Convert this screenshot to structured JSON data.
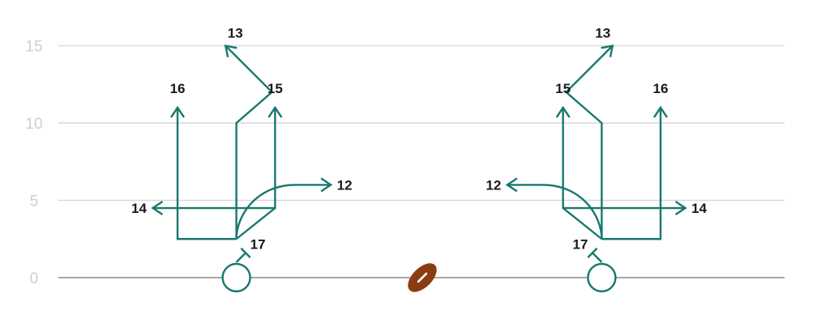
{
  "colors": {
    "route": "#17786e",
    "grid": "#d9d9d9",
    "line_of_scrimmage": "#9b9b9b",
    "axis_text": "#cfcfcf",
    "label_text": "#1a1a1a",
    "football": "#8a3c10",
    "football_lace": "#ffffff"
  },
  "icons": {
    "ball": "football-icon",
    "player": "player-circle-icon"
  },
  "y_axis": {
    "unit": "yards",
    "ticks": [
      0,
      5,
      10,
      15
    ]
  },
  "football": {
    "x": 0,
    "y": 0
  },
  "plays": [
    {
      "id": "left",
      "qb": {
        "x": -11.8,
        "y": 0
      },
      "routes": [
        {
          "id": "13",
          "label": "13",
          "points": [
            [
              -11.8,
              2.5
            ],
            [
              -11.8,
              10
            ],
            [
              -9.5,
              12
            ],
            [
              -12.5,
              15
            ]
          ],
          "arrow": true
        },
        {
          "id": "15",
          "label": "15",
          "points": [
            [
              -11.8,
              2.5
            ],
            [
              -9.3,
              4.5
            ],
            [
              -9.3,
              11
            ]
          ],
          "arrow": true
        },
        {
          "id": "16",
          "label": "16",
          "points": [
            [
              -11.8,
              2.5
            ],
            [
              -15.6,
              2.5
            ],
            [
              -15.6,
              11
            ]
          ],
          "arrow": true
        },
        {
          "id": "14",
          "label": "14",
          "points": [
            [
              -9.3,
              4.5
            ],
            [
              -17.2,
              4.5
            ]
          ],
          "arrow": true
        },
        {
          "id": "12",
          "label": "12",
          "curve": [
            [
              -11.8,
              2.5
            ],
            [
              -11.8,
              4
            ],
            [
              -10.5,
              6
            ],
            [
              -8,
              6
            ],
            [
              -5.7,
              6
            ]
          ],
          "arrow": true
        },
        {
          "id": "17",
          "label": "17",
          "block": [
            [
              -11.8,
              1
            ],
            [
              -11.2,
              1.6
            ]
          ]
        }
      ]
    },
    {
      "id": "right",
      "qb": {
        "x": 11.8,
        "y": 0
      },
      "routes": [
        {
          "id": "13",
          "label": "13",
          "points": [
            [
              11.8,
              2.5
            ],
            [
              11.8,
              10
            ],
            [
              9.5,
              12
            ],
            [
              12.5,
              15
            ]
          ],
          "arrow": true
        },
        {
          "id": "15",
          "label": "15",
          "points": [
            [
              11.8,
              2.5
            ],
            [
              9.3,
              4.5
            ],
            [
              9.3,
              11
            ]
          ],
          "arrow": true
        },
        {
          "id": "16",
          "label": "16",
          "points": [
            [
              11.8,
              2.5
            ],
            [
              15.6,
              2.5
            ],
            [
              15.6,
              11
            ]
          ],
          "arrow": true
        },
        {
          "id": "14",
          "label": "14",
          "points": [
            [
              9.3,
              4.5
            ],
            [
              17.2,
              4.5
            ]
          ],
          "arrow": true
        },
        {
          "id": "12",
          "label": "12",
          "curve": [
            [
              11.8,
              2.5
            ],
            [
              11.8,
              4
            ],
            [
              10.5,
              6
            ],
            [
              8,
              6
            ],
            [
              5.7,
              6
            ]
          ],
          "arrow": true
        },
        {
          "id": "17",
          "label": "17",
          "block": [
            [
              11.8,
              1
            ],
            [
              11.2,
              1.6
            ]
          ]
        }
      ]
    }
  ]
}
